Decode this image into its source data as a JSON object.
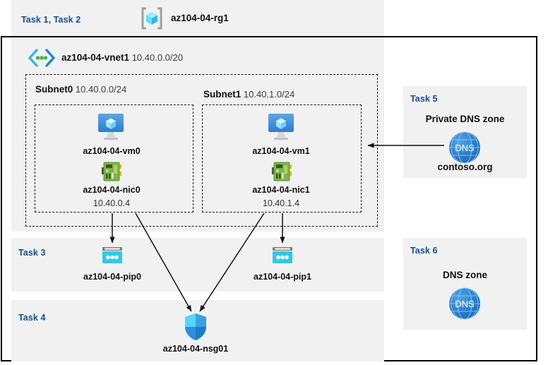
{
  "diagram": {
    "title": "Azure AZ-104 Lab 04 architecture diagram",
    "colors": {
      "panel_bg": "#f1f1f1",
      "page_bg": "#ffffff",
      "task_label": "#13508c",
      "border": "#000000",
      "dashed": "#1a1a1a",
      "vm_icon": "#3a8ddc",
      "nic_icon": "#7ab648",
      "pip_icon": "#32c8e8",
      "nsg_icon": "#32a0ea",
      "dns_icon": "#1f7fd4",
      "vnet_icon": "#32b4e8",
      "rg_icon": "#9a9a9a"
    }
  },
  "resource_group": {
    "task_label": "Task 1, Task 2",
    "name": "az104-04-rg1",
    "icon": "resource-group-icon"
  },
  "vnet": {
    "name": "az104-04-vnet1",
    "cidr": "10.40.0.0/20",
    "icon": "virtual-network-icon"
  },
  "subnets": [
    {
      "name": "Subnet0",
      "cidr": "10.40.0.0/24",
      "vm": {
        "name": "az104-04-vm0",
        "icon": "virtual-machine-icon"
      },
      "nic": {
        "name": "az104-04-nic0",
        "ip": "10.40.0.4",
        "icon": "network-interface-icon"
      }
    },
    {
      "name": "Subnet1",
      "cidr": "10.40.1.0/24",
      "vm": {
        "name": "az104-04-vm1",
        "icon": "virtual-machine-icon"
      },
      "nic": {
        "name": "az104-04-nic1",
        "ip": "10.40.1.4",
        "icon": "network-interface-icon"
      }
    }
  ],
  "public_ips": {
    "task_label": "Task 3",
    "items": [
      {
        "name": "az104-04-pip0",
        "icon": "public-ip-address-icon"
      },
      {
        "name": "az104-04-pip1",
        "icon": "public-ip-address-icon"
      }
    ]
  },
  "nsg": {
    "task_label": "Task 4",
    "name": "az104-04-nsg01",
    "icon": "network-security-group-icon"
  },
  "private_dns": {
    "task_label": "Task 5",
    "title": "Private DNS zone",
    "zone_name": "contoso.org",
    "icon": "dns-zone-icon",
    "icon_text": "DNS"
  },
  "public_dns": {
    "task_label": "Task 6",
    "title": "DNS zone",
    "icon": "dns-zone-icon",
    "icon_text": "DNS"
  }
}
